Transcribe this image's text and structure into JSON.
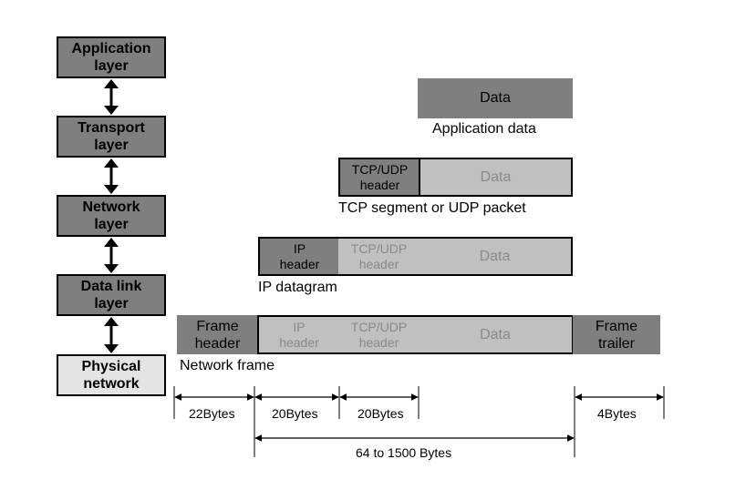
{
  "layers": [
    {
      "label": "Application\nlayer"
    },
    {
      "label": "Transport\nlayer"
    },
    {
      "label": "Network\nlayer"
    },
    {
      "label": "Data link\nlayer"
    },
    {
      "label": "Physical\nnetwork"
    }
  ],
  "row1": {
    "data": "Data",
    "caption": "Application data"
  },
  "row2": {
    "tcp_udp_header": "TCP/UDP\nheader",
    "data": "Data",
    "caption": "TCP segment or UDP packet"
  },
  "row3": {
    "ip_header": "IP\nheader",
    "tcp_udp_header": "TCP/UDP\nheader",
    "data": "Data",
    "caption": "IP datagram"
  },
  "row4": {
    "frame_header": "Frame\nheader",
    "ip_header": "IP\nheader",
    "tcp_udp_header": "TCP/UDP\nheader",
    "data": "Data",
    "frame_trailer": "Frame\ntrailer",
    "caption": "Network frame"
  },
  "dimensions": {
    "frame_header": "22Bytes",
    "ip_header": "20Bytes",
    "tcp_udp_header": "20Bytes",
    "frame_trailer": "4Bytes",
    "payload_range": "64 to 1500 Bytes"
  },
  "colors": {
    "dark_gray": "#7f7f7f",
    "light_gray": "#c0c0c0",
    "faded_text": "#8a8a8a",
    "light_box": "#e4e4e4"
  }
}
